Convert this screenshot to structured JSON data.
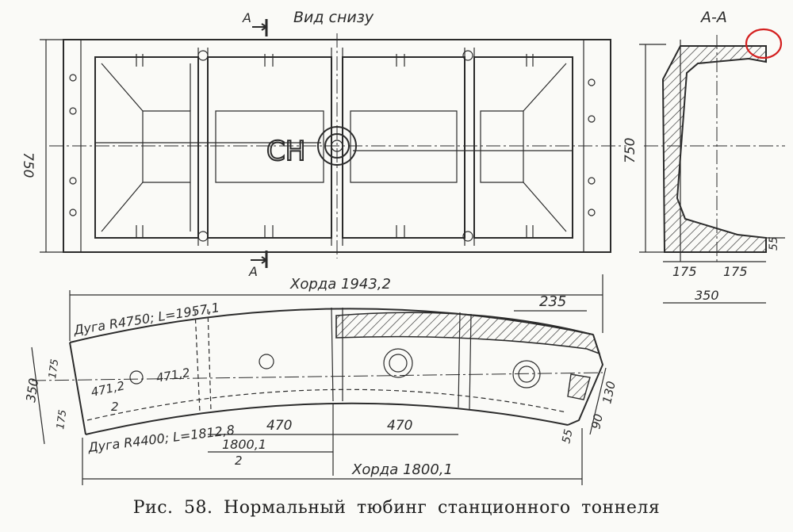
{
  "top_view": {
    "title": "Вид снизу",
    "height_dim": "750",
    "section_marker": "А",
    "center_mark": "СН"
  },
  "section_view": {
    "title": "А-А",
    "height_dim": "750",
    "width_left": "175",
    "width_right": "175",
    "total_width": "350",
    "flange_dim": "55"
  },
  "side_view": {
    "chord_top": "Хорда  1943,2",
    "arc_outer": "Дуга R4750; L=1957,1",
    "arc_inner": "Дуга R4400; L=1812,8",
    "chord_bottom": "Хорда  1800,1",
    "dim_235": "235",
    "dim_350": "350",
    "dim_175a": "175",
    "dim_175b": "175",
    "dim_4712a": "471,2",
    "dim_4712b": "471,2",
    "dim_2a": "2",
    "dim_470a": "470",
    "dim_470b": "470",
    "dim_1800": "1800,1",
    "dim_2b": "2",
    "dim_130": "130",
    "dim_90": "90",
    "dim_55": "55"
  },
  "annotation": {
    "color": "#d42020"
  },
  "caption": "Рис. 58. Нормальный  тюбинг  станционного  тоннеля"
}
